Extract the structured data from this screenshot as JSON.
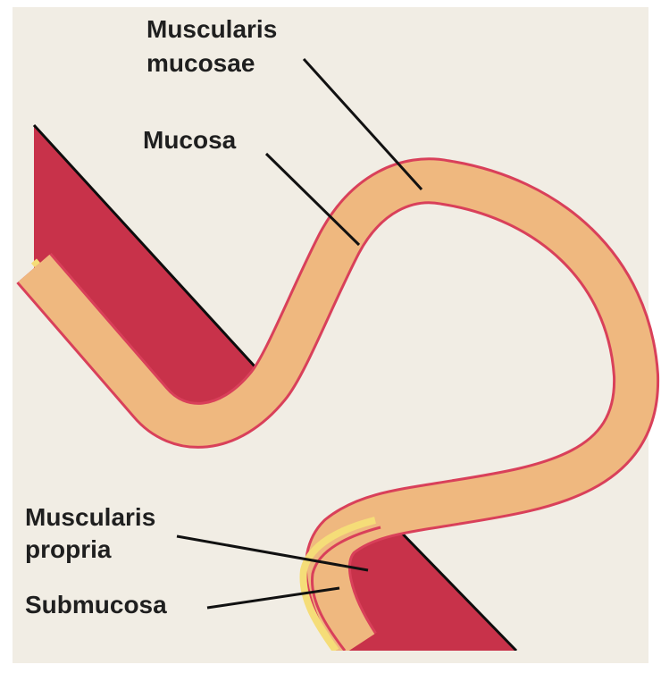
{
  "labels": {
    "muscularis_mucosae_line1": "Muscularis",
    "muscularis_mucosae_line2": "mucosae",
    "mucosa": "Mucosa",
    "muscularis_propria_line1": "Muscularis",
    "muscularis_propria_line2": "propria",
    "submucosa": "Submucosa"
  },
  "colors": {
    "background": "#f1ede4",
    "mucosa": "#efb87f",
    "muscularis_mucosae": "#d9405a",
    "submucosa": "#f5dd78",
    "muscularis_propria": "#c8324a",
    "outer_edge": "#0d0d0d"
  }
}
